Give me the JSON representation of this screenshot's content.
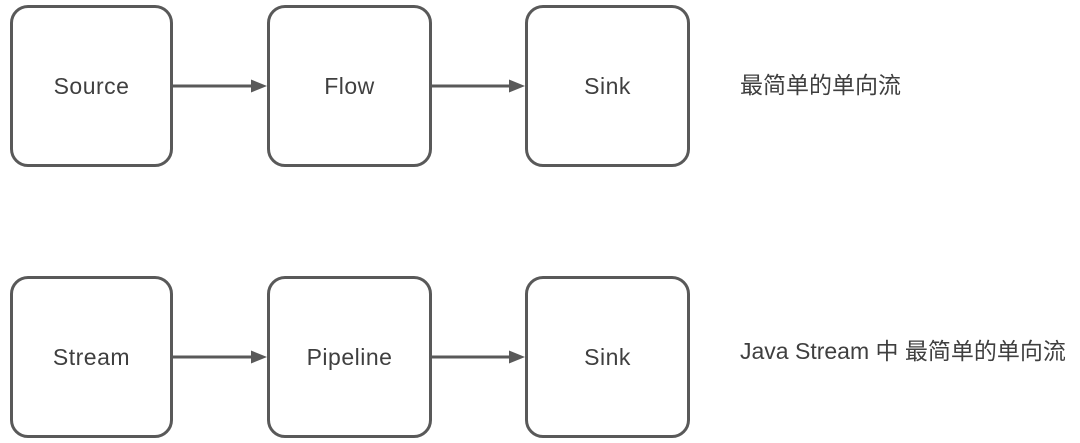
{
  "colors": {
    "background": "#ffffff",
    "border": "#595959",
    "arrow": "#595959",
    "text": "#3f3f3f"
  },
  "rows": [
    {
      "nodes": [
        "Source",
        "Flow",
        "Sink"
      ],
      "caption": "最简单的单向流"
    },
    {
      "nodes": [
        "Stream",
        "Pipeline",
        "Sink"
      ],
      "caption": "Java Stream 中 最简单的单向流"
    }
  ]
}
